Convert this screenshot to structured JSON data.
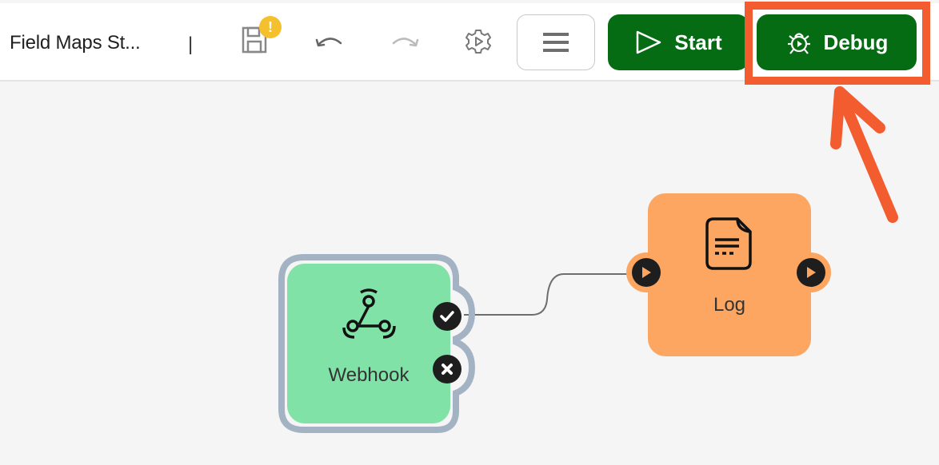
{
  "toolbar": {
    "title": "Field Maps St...",
    "separator": "|",
    "save_badge": "!",
    "buttons": {
      "save": "save-icon",
      "undo": "undo-icon",
      "redo": "redo-icon",
      "settings": "settings-play-icon",
      "menu": "hamburger-menu-icon",
      "start_label": "Start",
      "debug_label": "Debug"
    }
  },
  "annotation": {
    "highlight_color": "#f25c2e",
    "target": "Debug"
  },
  "canvas": {
    "nodes": [
      {
        "id": "webhook",
        "label": "Webhook",
        "icon": "webhook-icon",
        "color": "#80e2a6",
        "ports": [
          "success",
          "failure"
        ]
      },
      {
        "id": "log",
        "label": "Log",
        "icon": "document-icon",
        "color": "#fca661",
        "ports": [
          "input",
          "output"
        ]
      }
    ],
    "connections": [
      {
        "from": "webhook.success",
        "to": "log.input"
      }
    ]
  },
  "colors": {
    "primary_green": "#056c14",
    "badge_yellow": "#f5c02e",
    "canvas_bg": "#f5f5f5"
  }
}
